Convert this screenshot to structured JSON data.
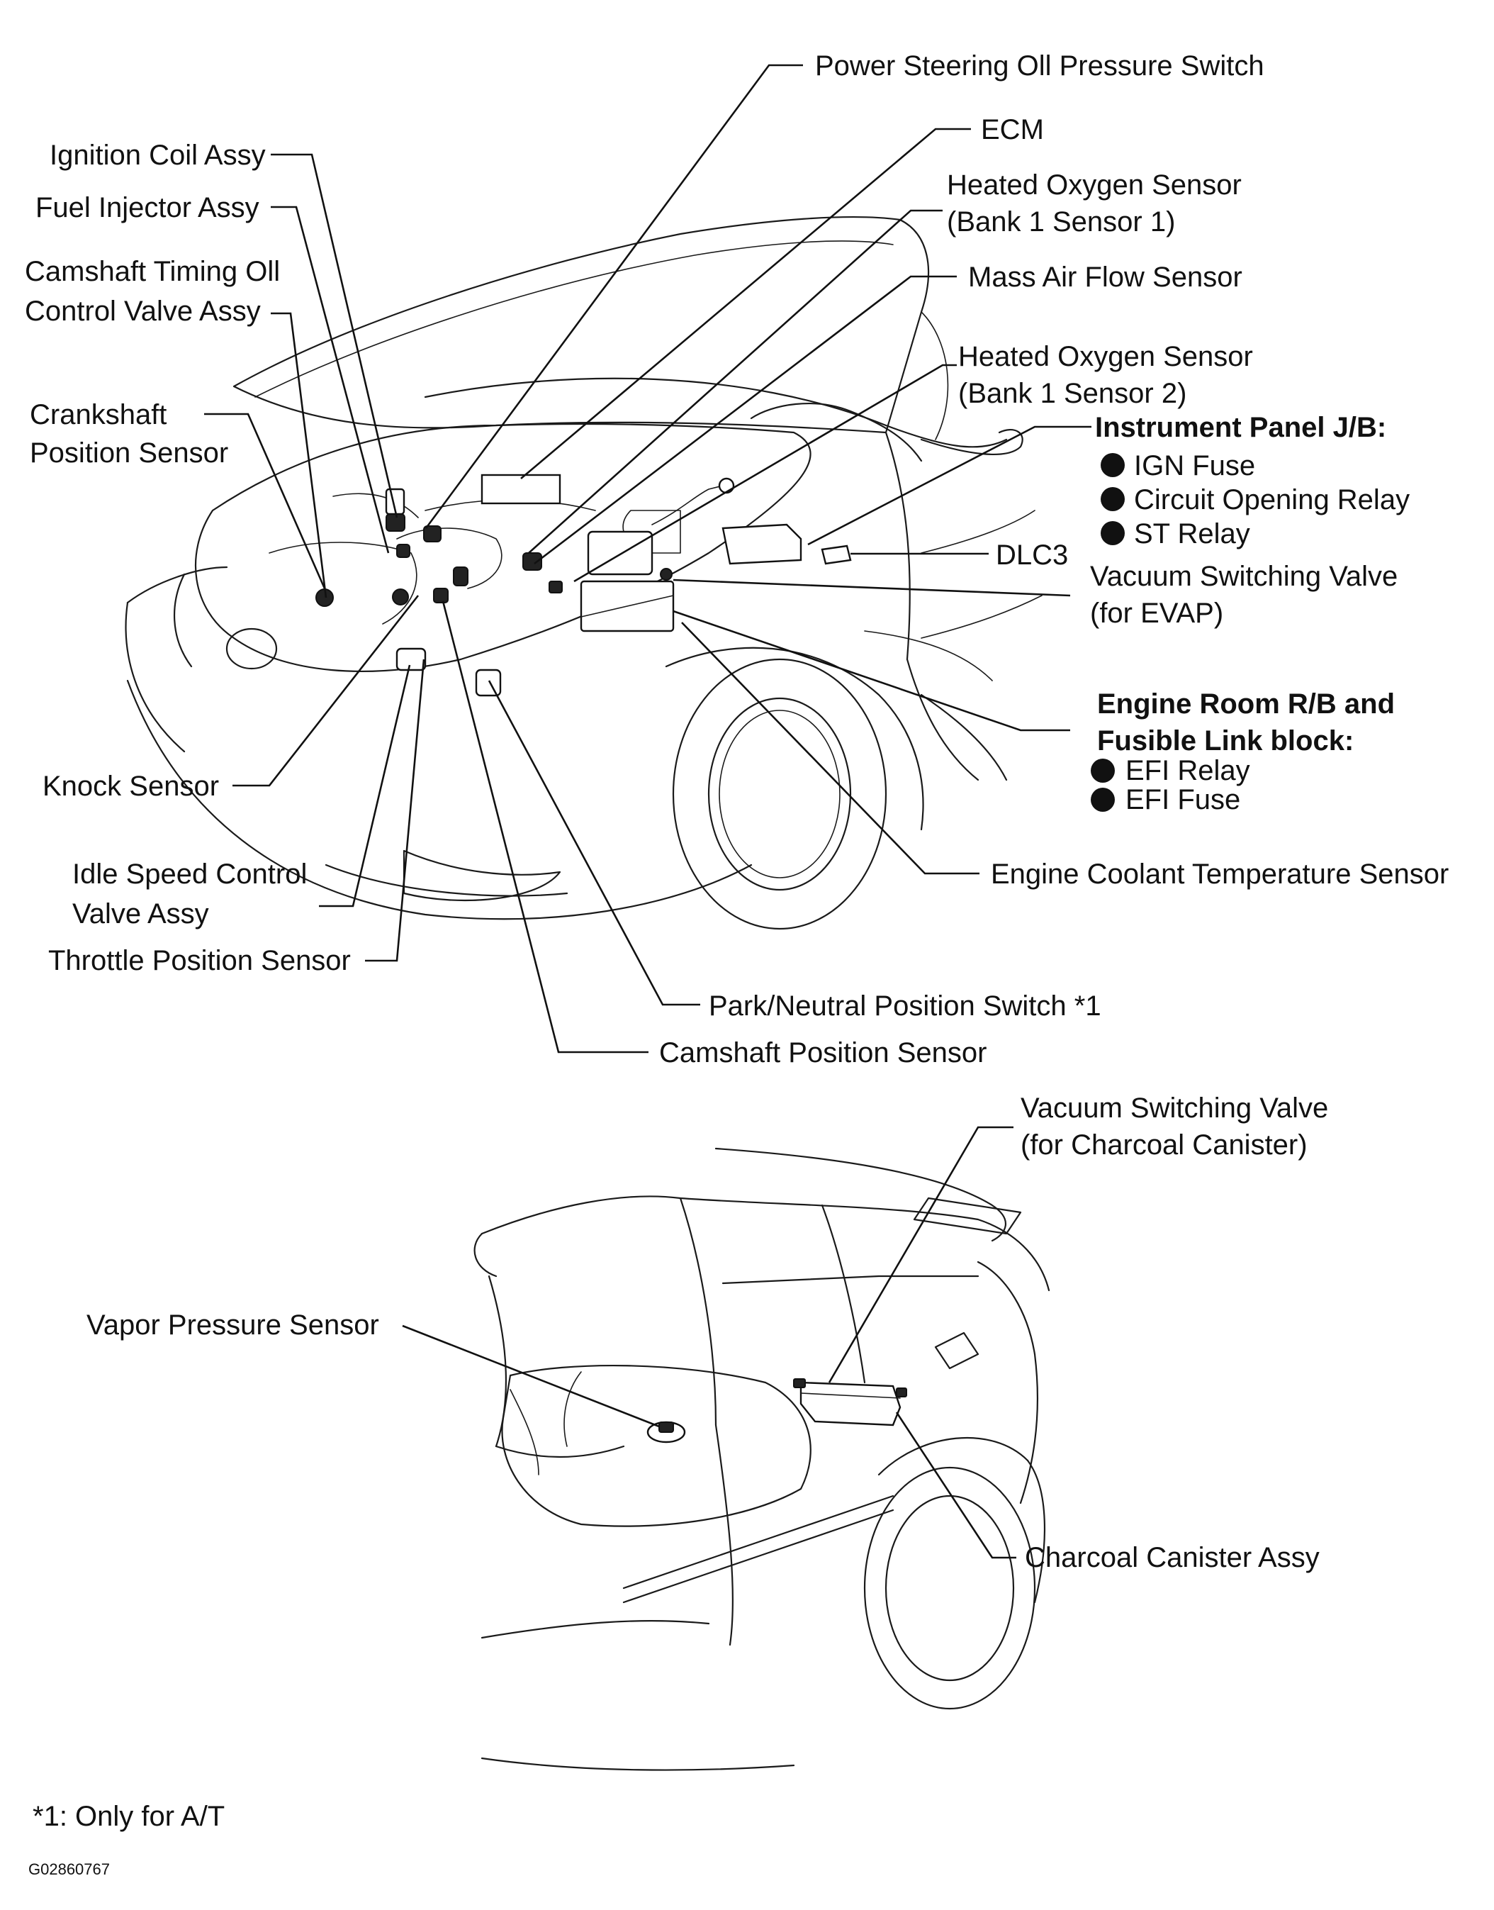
{
  "engine_callouts": {
    "power_steering": "Power Steering Oll Pressure Switch",
    "ecm": "ECM",
    "ho2s1_line1": "Heated Oxygen Sensor",
    "ho2s1_line2": "(Bank 1 Sensor 1)",
    "maf": "Mass Air Flow Sensor",
    "ho2s2_line1": "Heated Oxygen Sensor",
    "ho2s2_line2": "(Bank 1 Sensor 2)",
    "ignition_coil": "Ignition Coil Assy",
    "fuel_injector": "Fuel Injector Assy",
    "cam_timing_line1": "Camshaft Timing Oll",
    "cam_timing_line2": "Control Valve Assy",
    "crank_line1": "Crankshaft",
    "crank_line2": "Position Sensor",
    "dlc3": "DLC3",
    "vsv_evap_line1": "Vacuum Switching Valve",
    "vsv_evap_line2": "(for EVAP)",
    "knock": "Knock Sensor",
    "isc_line1": "Idle Speed Control",
    "isc_line2": "Valve Assy",
    "tps": "Throttle Position Sensor",
    "ect": "Engine Coolant Temperature Sensor",
    "pnp": "Park/Neutral Position Switch *1",
    "cmp": "Camshaft Position Sensor"
  },
  "instrument_panel": {
    "title": "Instrument Panel J/B:",
    "items": [
      "IGN Fuse",
      "Circuit Opening Relay",
      "ST Relay"
    ]
  },
  "engine_room": {
    "title_line1": "Engine Room R/B and",
    "title_line2": "Fusible Link block:",
    "items": [
      "EFI Relay",
      "EFI Fuse"
    ]
  },
  "rear_callouts": {
    "vsv_cc_line1": "Vacuum Switching Valve",
    "vsv_cc_line2": "(for Charcoal Canister)",
    "vapor": "Vapor Pressure Sensor",
    "canister": "Charcoal Canister Assy"
  },
  "footnote": "*1: Only for A/T",
  "figure_code": "G02860767",
  "colors": {
    "ink": "#111111",
    "paper": "#ffffff"
  }
}
